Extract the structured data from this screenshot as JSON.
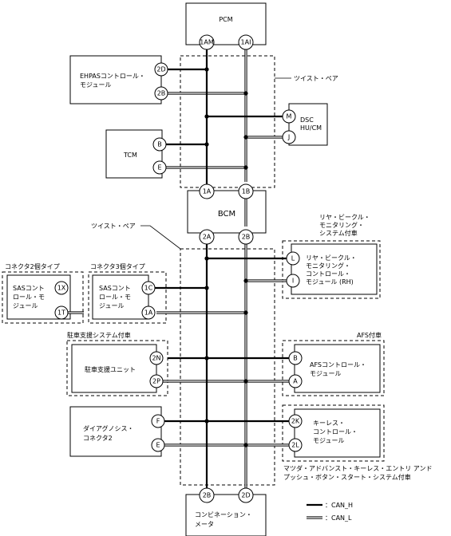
{
  "modules": {
    "pcm": {
      "label": "PCM",
      "pins": [
        "1AM",
        "1AI"
      ]
    },
    "ehpas": {
      "lines": [
        "EHPASコントロール・",
        "モジュール"
      ],
      "pins": [
        "2D",
        "2B"
      ]
    },
    "dsc": {
      "lines": [
        "DSC",
        "HU/CM"
      ],
      "pins": [
        "M",
        "J"
      ]
    },
    "tcm": {
      "label": "TCM",
      "pins": [
        "B",
        "E"
      ]
    },
    "bcm": {
      "label": "BCM",
      "pins": [
        "1A",
        "1B",
        "2A",
        "2B"
      ]
    },
    "rvm": {
      "lines": [
        "リヤ・ビークル・",
        "モニタリング・",
        "コントロール・",
        "モジュール (RH)"
      ],
      "pins": [
        "L",
        "I"
      ]
    },
    "sas2": {
      "lines": [
        "SASコント",
        "ロール・モ",
        "ジュール"
      ],
      "pins": [
        "1X",
        "1T"
      ]
    },
    "sas3": {
      "lines": [
        "SASコント",
        "ロール・モ",
        "ジュール"
      ],
      "pins": [
        "1C",
        "1A"
      ]
    },
    "parking": {
      "label": "駐車支援ユニット",
      "pins": [
        "2N",
        "2P"
      ]
    },
    "afs": {
      "lines": [
        "AFSコントロール・",
        "モジュール"
      ],
      "pins": [
        "B",
        "A"
      ]
    },
    "diag": {
      "lines": [
        "ダイアグノシス・",
        "コネクタ2"
      ],
      "pins": [
        "F",
        "E"
      ]
    },
    "keyless": {
      "lines": [
        "キーレス・",
        "コントロール・",
        "モジュール"
      ],
      "pins": [
        "2K",
        "2L"
      ]
    },
    "combi": {
      "lines": [
        "コンビネーション・",
        "メータ"
      ],
      "pins": [
        "2B",
        "2D"
      ]
    }
  },
  "labels": {
    "twisted_pair_top": "ツイスト・ペア",
    "twisted_pair_mid": "ツイスト・ペア",
    "rvm_group": [
      "リヤ・ビークル・",
      "モニタリング・",
      "システム付車"
    ],
    "sas2_group": "コネクタ2個タイプ",
    "sas3_group": "コネクタ3個タイプ",
    "parking_group": "駐車支援システム付車",
    "afs_group": "AFS付車",
    "keyless_group": [
      "マツダ・アドバンスト・キーレス・エントリ アンド",
      "プッシュ・ボタン・スタート・システム付車"
    ]
  },
  "legend": {
    "can_h": "：CAN_H",
    "can_l": "：CAN_L"
  }
}
